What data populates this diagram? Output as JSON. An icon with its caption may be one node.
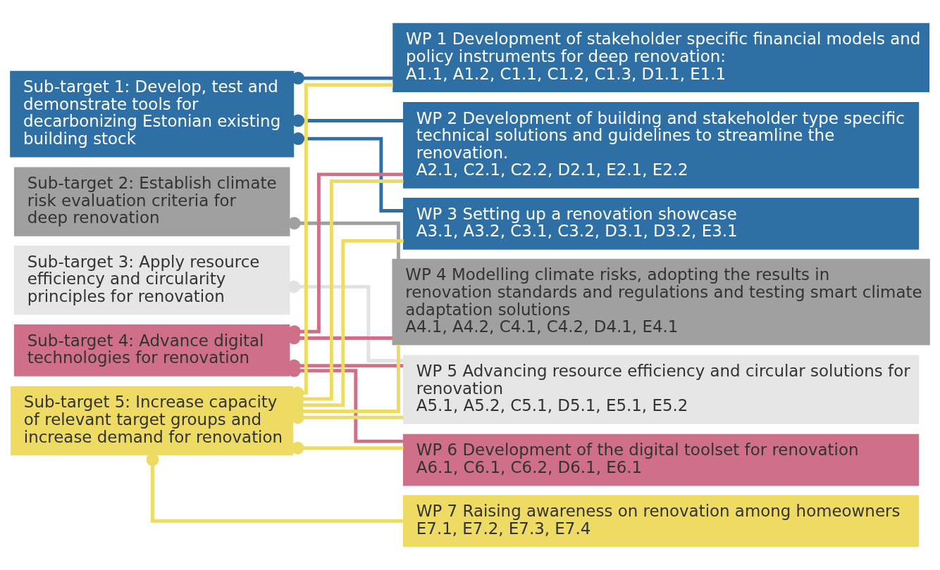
{
  "diagram": {
    "nodes": [
      {
        "text": [
          "Sub-target 1: Develop, test and demonstrate tools for decarbonizing Estonian existing building stock"
        ]
      },
      {
        "text": [
          "Sub-target 2: Establish climate risk evaluation criteria for deep renovation"
        ]
      },
      {
        "text": [
          "Sub-target 3: Apply resource efficiency and circularity principles for renovation"
        ]
      },
      {
        "text": [
          "Sub-target 4: Advance digital technologies for renovation"
        ]
      },
      {
        "text": [
          "Sub-target 5: Increase capacity of relevant target groups and increase demand for renovation"
        ]
      },
      {
        "text": [
          "WP 1 Development of stakeholder specific financial models and policy instruments for deep renovation:",
          "A1.1, A1.2, C1.1, C1.2, C1.3, D1.1, E1.1"
        ]
      },
      {
        "text": [
          "WP 2 Development of building and stakeholder type specific technical solutions and guidelines to streamline the renovation.",
          "A2.1, C2.1, C2.2, D2.1, E2.1, E2.2"
        ]
      },
      {
        "text": [
          "WP 3 Setting up a renovation showcase",
          "A3.1, A3.2, C3.1, C3.2, D3.1, D3.2, E3.1"
        ]
      },
      {
        "text": [
          "WP 4 Modelling climate risks, adopting the results in renovation standards and regulations and testing smart climate adaptation solutions",
          "A4.1, A4.2, C4.1, C4.2, D4.1, E4.1"
        ]
      },
      {
        "text": [
          "WP 5 Advancing resource efficiency and circular solutions for renovation",
          "A5.1, A5.2, C5.1, D5.1, E5.1, E5.2"
        ]
      },
      {
        "text": [
          "WP 6 Development of the digital toolset for renovation",
          "A6.1, C6.1, C6.2, D6.1, E6.1"
        ]
      },
      {
        "text": [
          "WP 7 Raising awareness on renovation among homeowners",
          "E7.1, E7.2, E7.3, E7.4"
        ]
      }
    ],
    "edges": [
      {
        "from": 0,
        "to": 5,
        "arrow": "other",
        "color": "#2e6fa6"
      },
      {
        "from": 0,
        "to": 6,
        "arrow": "other",
        "color": "#2e6fa6"
      },
      {
        "from": 0,
        "to": 7,
        "arrow": "other",
        "color": "#2e6fa6"
      },
      {
        "from": 1,
        "to": 8,
        "arrow": "other",
        "color": "#a0a0a0"
      },
      {
        "from": 2,
        "to": 9,
        "arrow": "other",
        "color": "#e2e2e2"
      },
      {
        "from": 3,
        "to": 6,
        "arrow": "other",
        "color": "#cf7088"
      },
      {
        "from": 3,
        "to": 8,
        "arrow": "other",
        "color": "#cf7088"
      },
      {
        "from": 3,
        "to": 9,
        "arrow": "other",
        "color": "#cf7088"
      },
      {
        "from": 3,
        "to": 10,
        "arrow": "other",
        "color": "#cf7088"
      },
      {
        "from": 4,
        "to": 5,
        "arrow": "other",
        "color": "#eedb64"
      },
      {
        "from": 4,
        "to": 6,
        "arrow": "other",
        "color": "#eedb64"
      },
      {
        "from": 4,
        "to": 7,
        "arrow": "other",
        "color": "#eedb64"
      },
      {
        "from": 4,
        "to": 8,
        "arrow": "other",
        "color": "#eedb64"
      },
      {
        "from": 4,
        "to": 9,
        "arrow": "other",
        "color": "#eedb64"
      },
      {
        "from": 4,
        "to": 10,
        "arrow": "other",
        "color": "#eedb64"
      },
      {
        "from": 4,
        "to": 11,
        "arrow": "other",
        "color": "#eedb64"
      }
    ]
  }
}
